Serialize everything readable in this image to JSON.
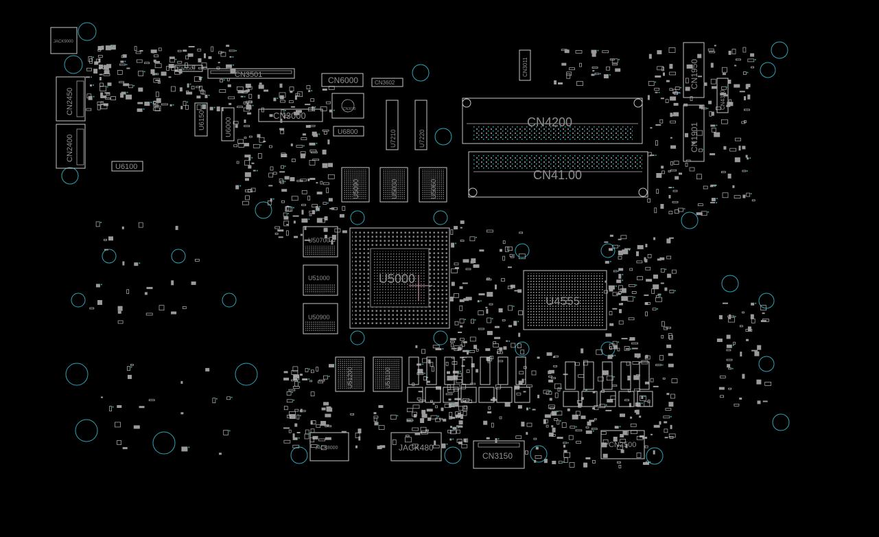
{
  "colors": {
    "background": "#000000",
    "outline": "#c8c8c8",
    "label": "#8f8f8f",
    "mounting_hole": "#2aa7b8",
    "cursor": "#e0a0b4"
  },
  "labels": {
    "jack9000": "JACK9000",
    "cn2450": "CN2450",
    "cn2400": "CN2400",
    "cn3503": "CN3503",
    "cn3501": "CN3501",
    "cn6000": "CN6000",
    "cn3602": "CN3602",
    "cn3000": "CN3000",
    "cn3010": "CN3010",
    "cn3011": "CN3011",
    "cn1950": "CN1950",
    "cn1901": "CN1901",
    "cn4350": "CN4350",
    "cn4200": "CN4200",
    "cn4100": "CN41.00",
    "u6100": "U6100",
    "u6150": "U6150",
    "u6000": "U6000",
    "u6800": "U6800",
    "u7210": "U7210",
    "u7220": "U7220",
    "u5000": "U5000",
    "u5030": "U5030",
    "u5060": "U5060",
    "u5090": "U5090",
    "u50700": "U50700",
    "u51000": "U51000",
    "u50900": "U50900",
    "u4555": "U4555",
    "u51200": "U51200",
    "u51100": "U51100",
    "jack8000": "JACK8000",
    "jack480": "JACK480",
    "cn3150": "CN3150",
    "cn2500": "CN2500"
  }
}
